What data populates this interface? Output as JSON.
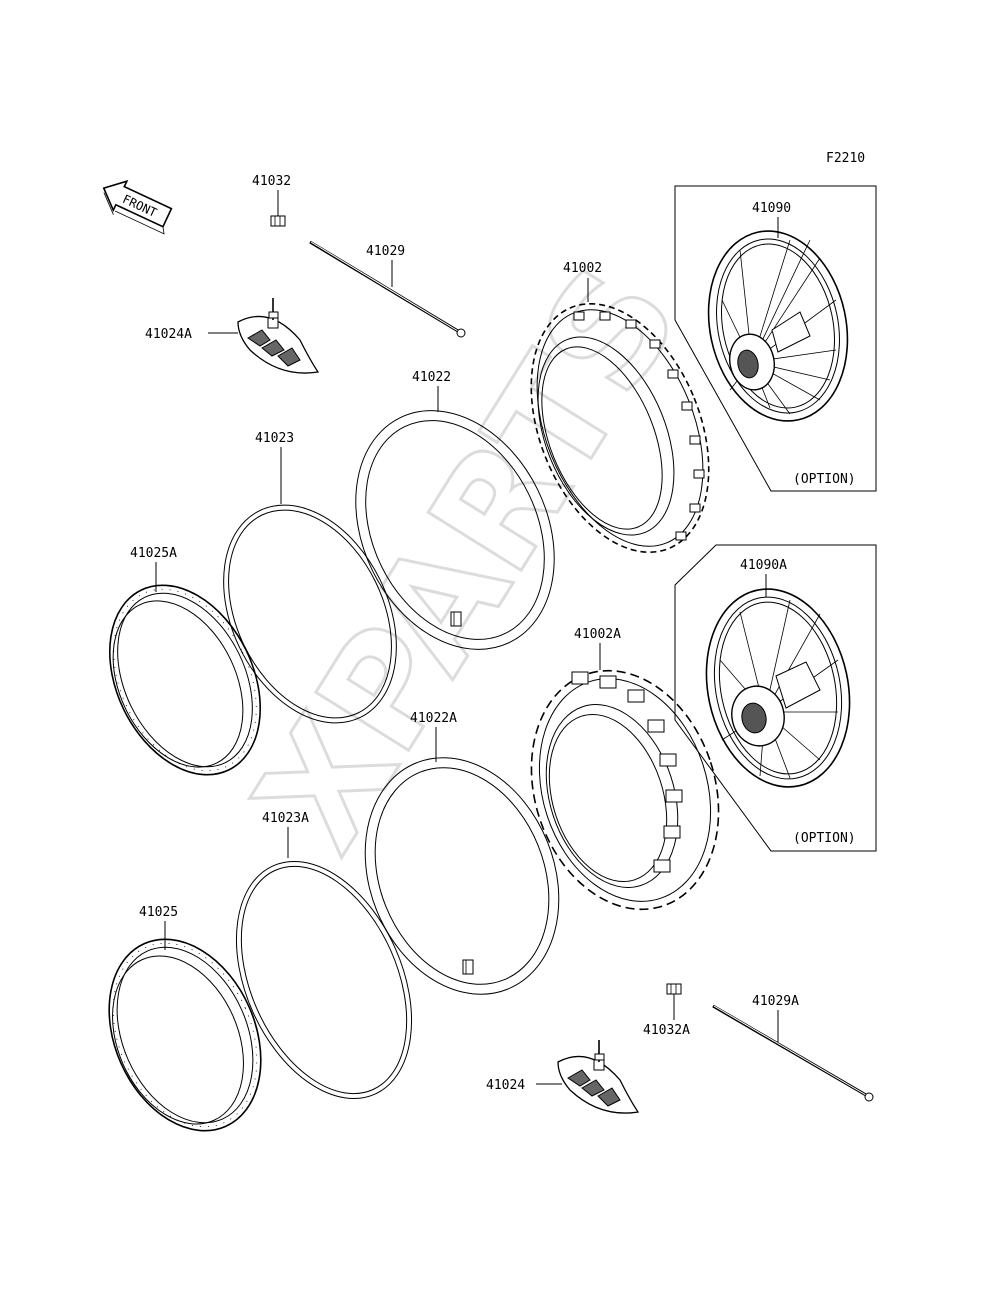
{
  "figure_code": "F2210",
  "front_arrow": "FRONT",
  "watermark": "XPARTS",
  "option_label": "(OPTION)",
  "parts": {
    "p41032": "41032",
    "p41029": "41029",
    "p41024A": "41024A",
    "p41002": "41002",
    "p41090": "41090",
    "p41022": "41022",
    "p41023": "41023",
    "p41025A": "41025A",
    "p41090A": "41090A",
    "p41002A": "41002A",
    "p41022A": "41022A",
    "p41023A": "41023A",
    "p41025": "41025",
    "p41032A": "41032A",
    "p41029A": "41029A",
    "p41024": "41024"
  }
}
